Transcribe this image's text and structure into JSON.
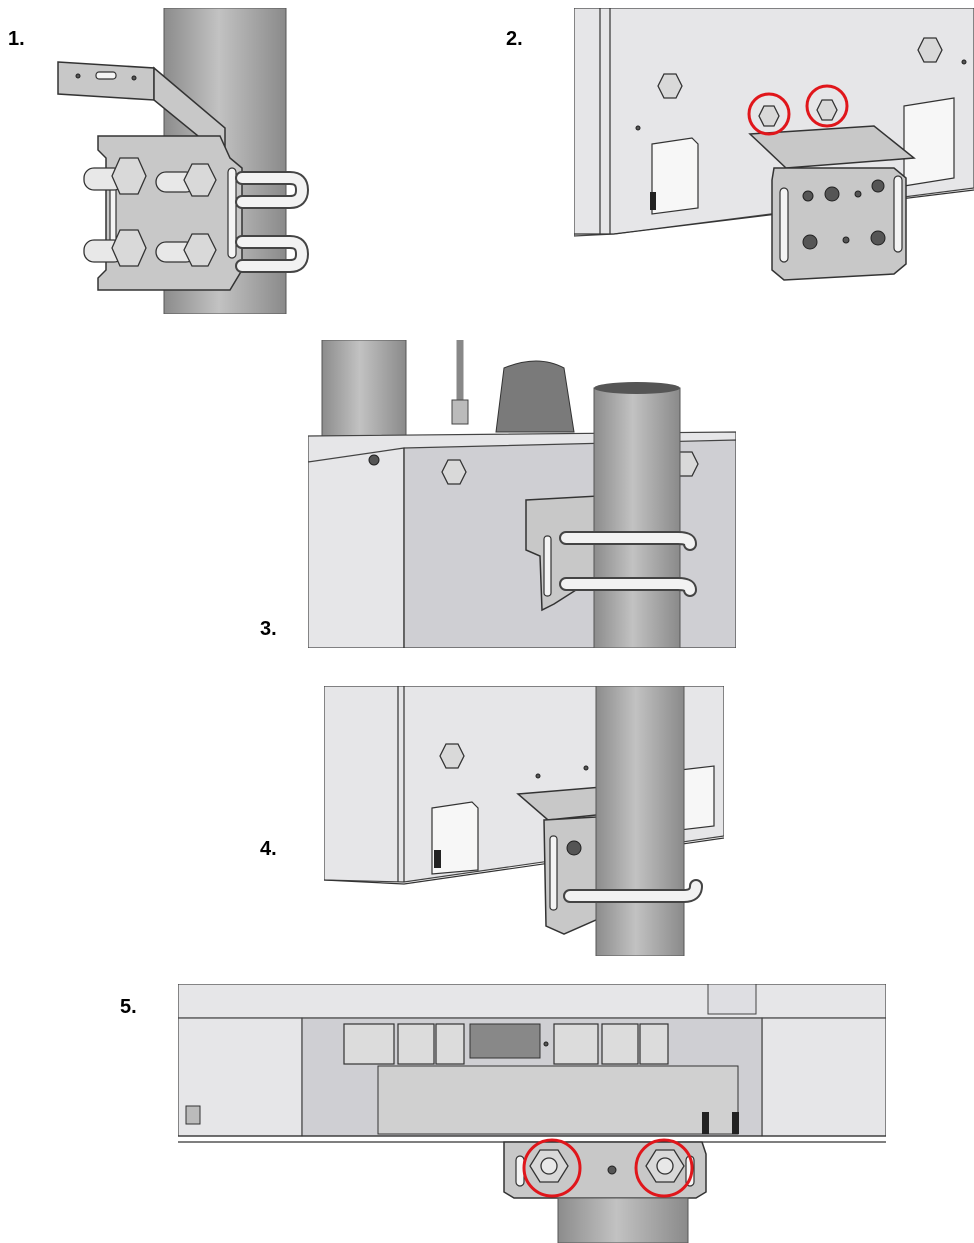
{
  "steps": [
    {
      "label": "1."
    },
    {
      "label": "2."
    },
    {
      "label": "3."
    },
    {
      "label": "4."
    },
    {
      "label": "5."
    }
  ],
  "colors": {
    "highlight": "#e0161b",
    "metal": "#c8c8c8",
    "enclosure": "#e6e6e8",
    "pipe": "#9a9a9a"
  }
}
